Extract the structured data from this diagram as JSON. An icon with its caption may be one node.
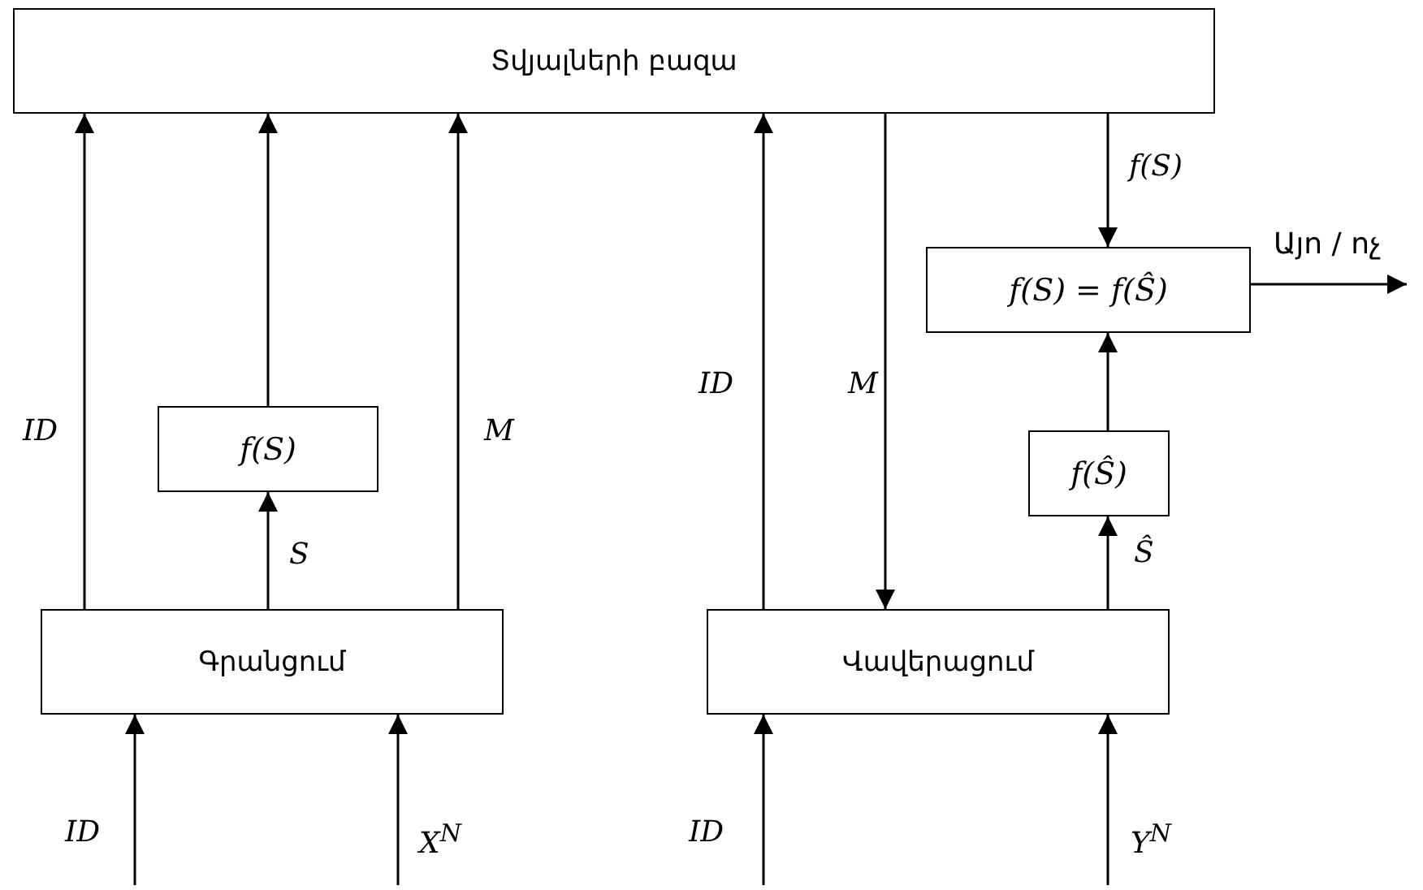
{
  "diagram": {
    "nodes": [
      {
        "text": [
          "Տվյալների բազա"
        ]
      },
      {
        "text": [
          "f(S)"
        ]
      },
      {
        "text": [
          "Գրանցում"
        ]
      },
      {
        "text": [
          "f(S) = f(Ŝ)"
        ]
      },
      {
        "text": [
          "f(Ŝ)"
        ]
      },
      {
        "text": [
          "Վավերացում"
        ]
      }
    ],
    "edges": [
      {
        "from": 2,
        "to": 0,
        "arrow": "to",
        "label": "ID"
      },
      {
        "from": 1,
        "to": 0,
        "arrow": "to"
      },
      {
        "from": 2,
        "to": 1,
        "arrow": "to",
        "label": "S"
      },
      {
        "from": 2,
        "to": 0,
        "arrow": "to",
        "label": "M"
      },
      {
        "from": 5,
        "to": 0,
        "arrow": "to",
        "label": "ID"
      },
      {
        "from": 0,
        "to": 5,
        "arrow": "to",
        "label": "M"
      },
      {
        "from": 0,
        "to": 3,
        "arrow": "to",
        "label": "f(S)"
      },
      {
        "from": 4,
        "to": 3,
        "arrow": "to"
      },
      {
        "from": 5,
        "to": 4,
        "arrow": "to",
        "label": "Ŝ"
      },
      {
        "from": 3,
        "to": null,
        "arrow": "to",
        "label": "Այո / ոչ"
      },
      {
        "from": null,
        "to": 2,
        "arrow": "to",
        "label": "ID"
      },
      {
        "from": null,
        "to": 2,
        "arrow": "to",
        "label": "X$^{N}$"
      },
      {
        "from": null,
        "to": 5,
        "arrow": "to",
        "label": "ID"
      },
      {
        "from": null,
        "to": 5,
        "arrow": "to",
        "label": "Y$^{N}$"
      }
    ]
  }
}
